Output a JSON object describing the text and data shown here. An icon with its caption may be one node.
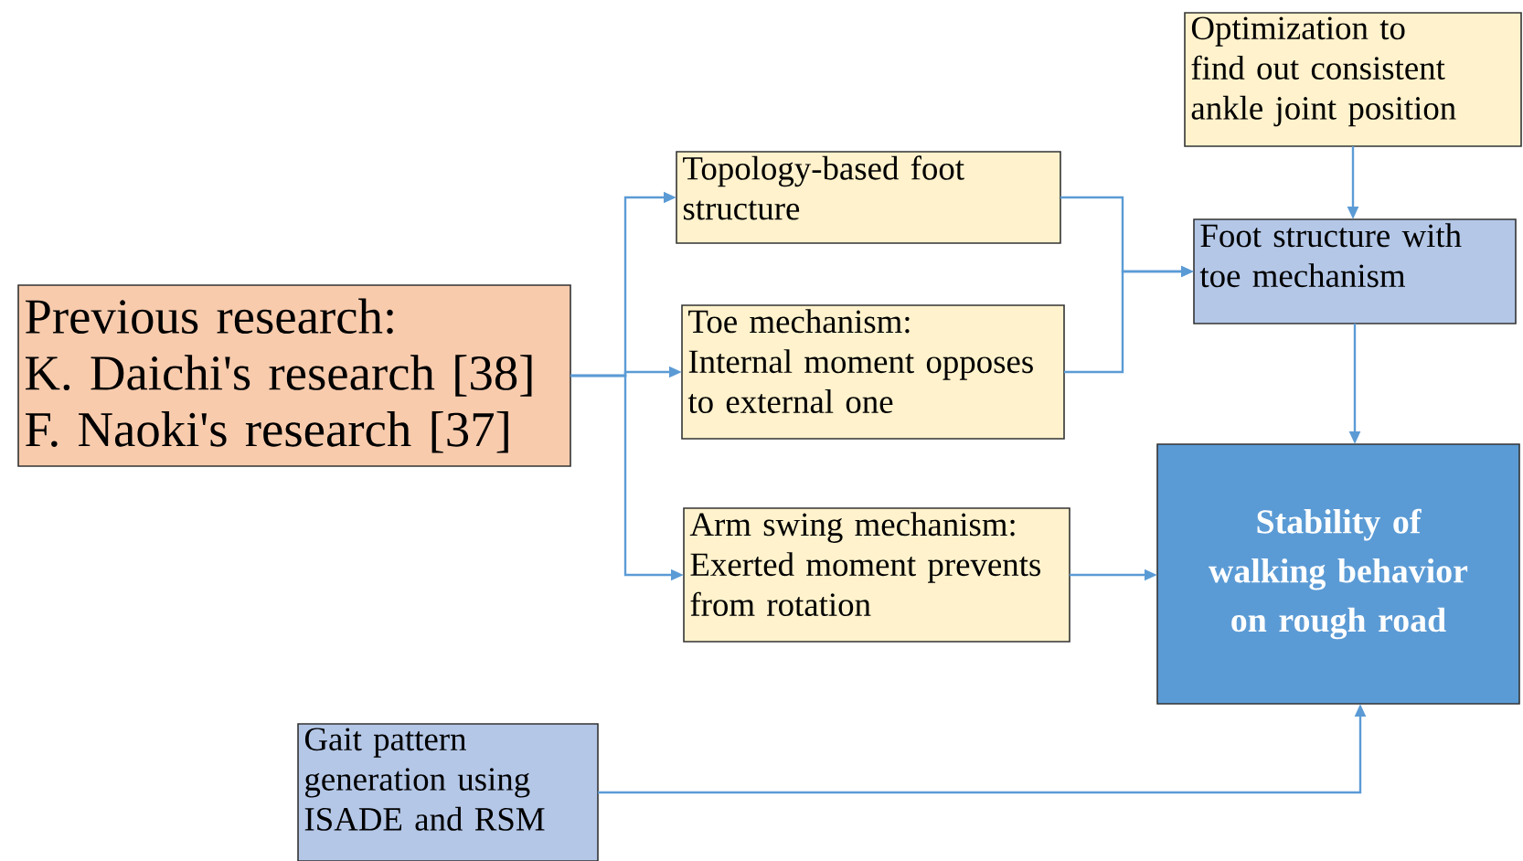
{
  "diagram": {
    "nodes": [
      {
        "text": [
          "Previous research:",
          "K. Daichi's research [38]",
          "F. Naoki's research [37]"
        ]
      },
      {
        "text": [
          "Topology-based foot structure"
        ]
      },
      {
        "text": [
          "Toe mechanism:",
          "Internal moment opposes to external one"
        ]
      },
      {
        "text": [
          "Arm swing mechanism:",
          "Exerted moment prevents from rotation"
        ]
      },
      {
        "text": [
          "Optimization to find out consistent ankle joint position"
        ]
      },
      {
        "text": [
          "Foot structure with toe mechanism"
        ]
      },
      {
        "text": [
          "Stability of walking behavior on rough road"
        ]
      },
      {
        "text": [
          "Gait pattern generation using ISADE and RSM"
        ]
      }
    ],
    "edges": [
      {
        "from": 0,
        "to": 1,
        "arrow": "to"
      },
      {
        "from": 0,
        "to": 2,
        "arrow": "to"
      },
      {
        "from": 0,
        "to": 3,
        "arrow": "to"
      },
      {
        "from": 1,
        "to": 5,
        "arrow": "to"
      },
      {
        "from": 2,
        "to": 5,
        "arrow": "to"
      },
      {
        "from": 4,
        "to": 5,
        "arrow": "to"
      },
      {
        "from": 5,
        "to": 6,
        "arrow": "to"
      },
      {
        "from": 3,
        "to": 6,
        "arrow": "to"
      },
      {
        "from": 7,
        "to": 6,
        "arrow": "to"
      }
    ]
  }
}
